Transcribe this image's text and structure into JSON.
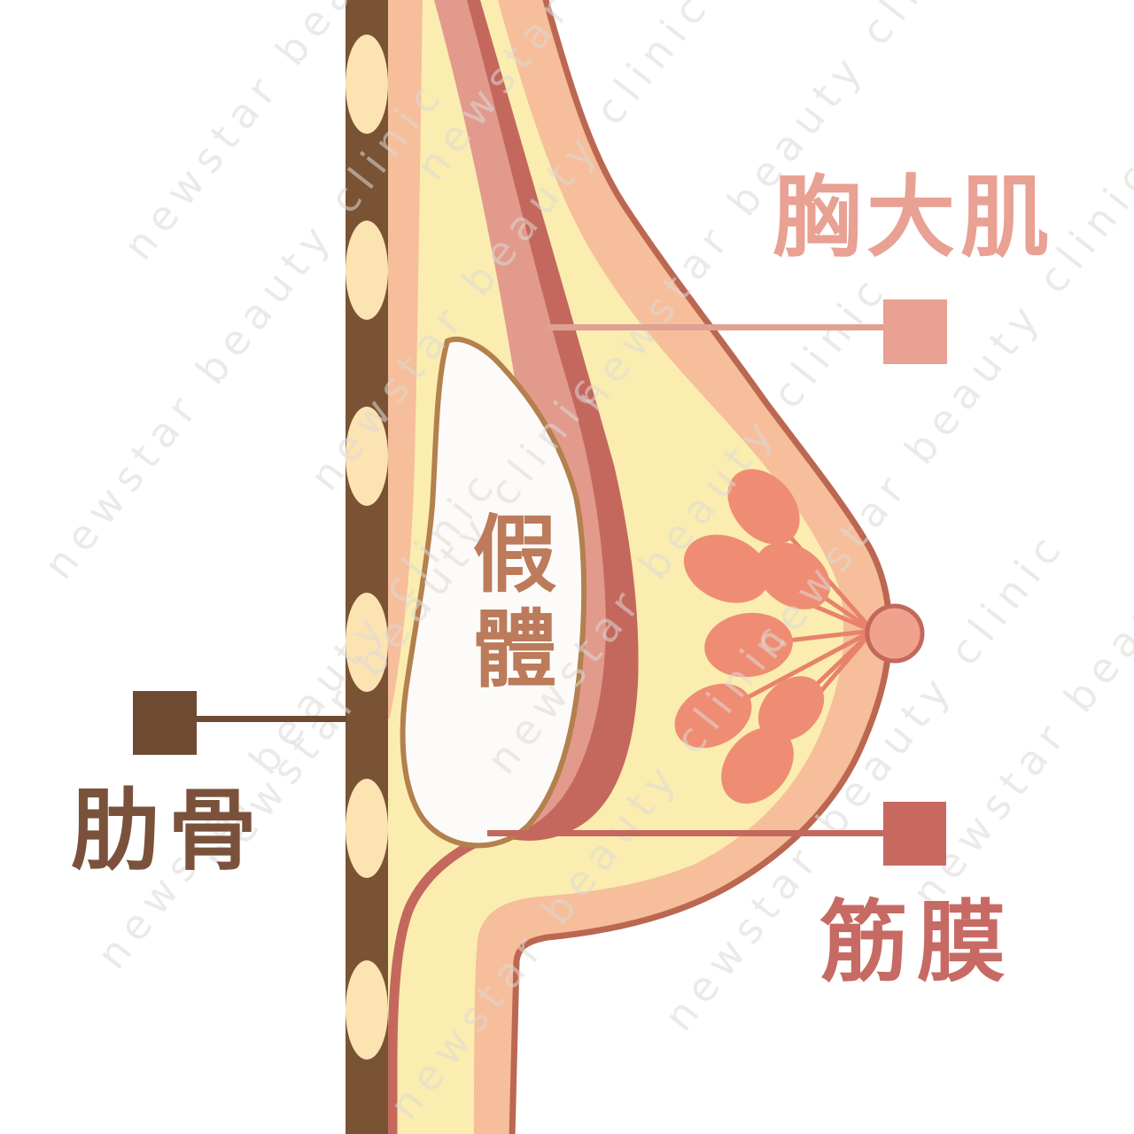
{
  "watermark": {
    "text": "newstar beauty clinic"
  },
  "labels": {
    "pectoral_muscle": {
      "text": "胸大肌"
    },
    "ribs": {
      "text": "肋骨"
    },
    "fascia": {
      "text": "筋膜"
    },
    "implant": {
      "line1": "假",
      "line2": "體"
    }
  },
  "palette": {
    "background": "#FFFFFF",
    "bone_brown": "#7A5334",
    "bone_marrow_cream": "#FCE3B2",
    "skin_peach": "#F6BE9A",
    "fat_yellow": "#FAEDAF",
    "muscle_rose": "#E19A8C",
    "muscle_rose_dark": "#C4685E",
    "skin_outline": "#BB6751",
    "implant_fill": "#FCFBF9",
    "implant_outline": "#B3804E",
    "gland_coral": "#EF8D74",
    "duct_line": "#E8826A",
    "nipple_fill": "#F1A28C",
    "label_pink": "#E8A193",
    "label_pink_line": "#DFA193",
    "label_brown": "#7A523C",
    "label_brown_square": "#6F4A33",
    "label_rose": "#C76A64",
    "label_rose_square": "#C7695F",
    "label_terracotta": "#BC7B5B",
    "watermark_gray": "#DEDAD7"
  }
}
